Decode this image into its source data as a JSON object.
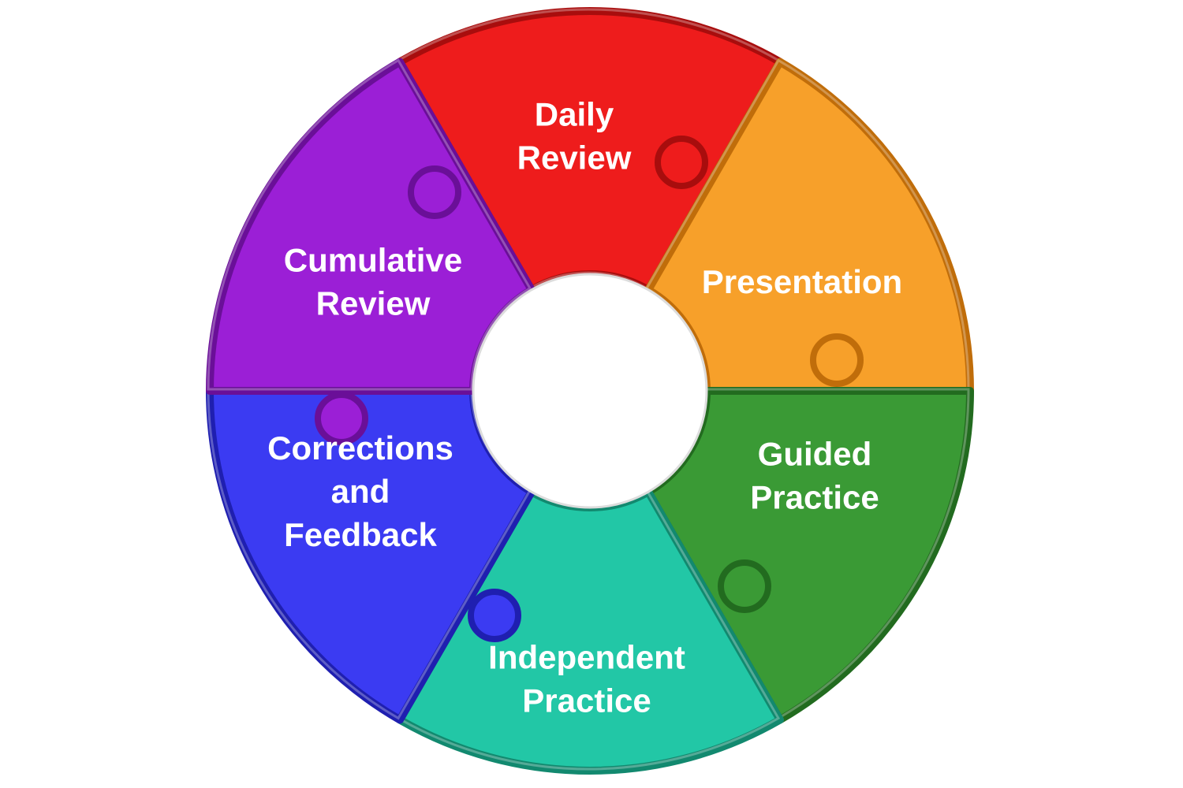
{
  "diagram": {
    "segments": [
      {
        "id": "daily-review",
        "lines": [
          "Daily",
          "Review"
        ],
        "color": "#ee1c1c",
        "dark": "#a80d0d"
      },
      {
        "id": "presentation",
        "lines": [
          "Presentation"
        ],
        "color": "#f7a02a",
        "dark": "#c06d0a"
      },
      {
        "id": "guided-practice",
        "lines": [
          "Guided",
          "Practice"
        ],
        "color": "#3a9a35",
        "dark": "#226b1f"
      },
      {
        "id": "independent-practice",
        "lines": [
          "Independent",
          "Practice"
        ],
        "color": "#22c7a6",
        "dark": "#12896f"
      },
      {
        "id": "corrections-feedback",
        "lines": [
          "Corrections",
          "and",
          "Feedback"
        ],
        "color": "#3b3bf2",
        "dark": "#1f1fb0"
      },
      {
        "id": "cumulative-review",
        "lines": [
          "Cumulative",
          "Review"
        ],
        "color": "#9b1fd6",
        "dark": "#6a0f98"
      }
    ]
  }
}
